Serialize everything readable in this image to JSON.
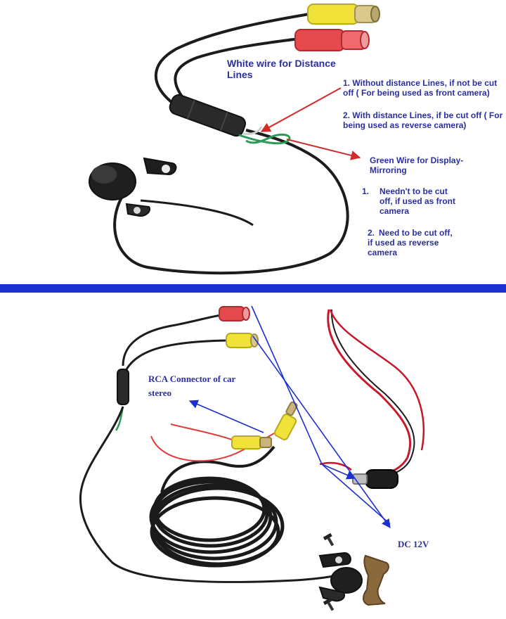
{
  "colors": {
    "label_text": "#2b2fa0",
    "divider": "#1c2fd0",
    "wire": "#1c1c1c",
    "rca_yellow": "#f1e23a",
    "rca_red": "#e5484d",
    "annotation_red": "#d42a2a",
    "power_red": "#c8182a",
    "green_wire": "#2e9a5a"
  },
  "labels": {
    "white_wire": "White wire for Distance Lines",
    "without_lines": "1. Without distance Lines, if not be cut off  ( For being used as front camera)",
    "with_lines": "2. With distance Lines, if be cut off  ( For being used as reverse camera)",
    "green_wire": "Green Wire for Display-Mirroring",
    "neednt_num": "1.",
    "neednt_text": "Needn't to be cut off, if used as front camera",
    "need_num": "2.",
    "need_text": "Need to be cut off, if used as reverse camera",
    "rca": "RCA Connector of car stereo",
    "dc": "DC 12V"
  }
}
